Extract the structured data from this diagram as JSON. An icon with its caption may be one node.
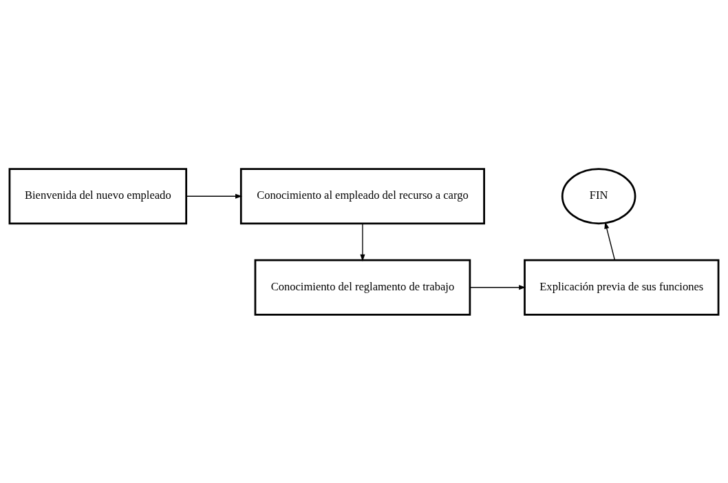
{
  "diagram": {
    "nodes": [
      {
        "text": [
          "Bienvenida del nuevo empleado"
        ]
      },
      {
        "text": [
          "Conocimiento al empleado del recurso a cargo"
        ]
      },
      {
        "text": [
          "Conocimiento del reglamento de trabajo"
        ]
      },
      {
        "text": [
          "Explicación previa de sus funciones"
        ]
      },
      {
        "text": [
          "FIN"
        ]
      }
    ],
    "edges": [
      {
        "from": 0,
        "to": 1,
        "arrow": "to"
      },
      {
        "from": 1,
        "to": 2,
        "arrow": "to"
      },
      {
        "from": 2,
        "to": 3,
        "arrow": "to"
      },
      {
        "from": 3,
        "to": 4,
        "arrow": "to"
      }
    ]
  }
}
